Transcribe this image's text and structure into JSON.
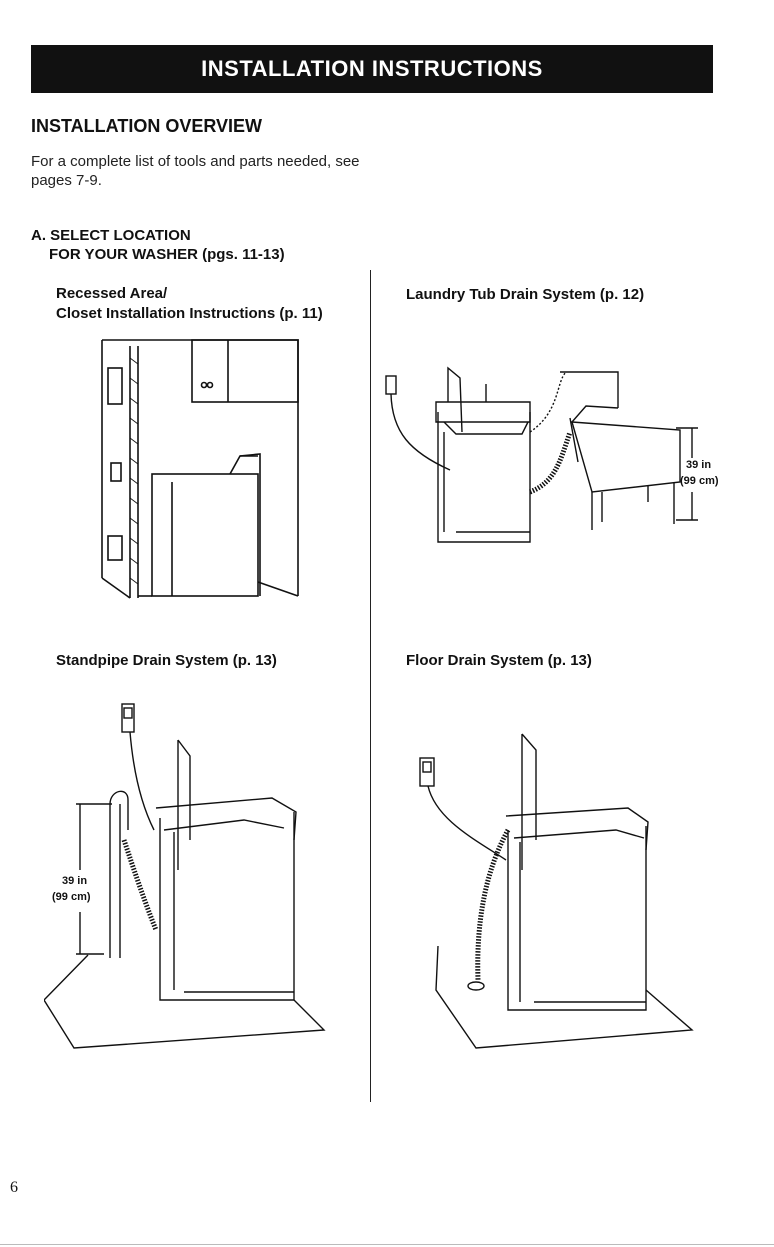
{
  "banner": {
    "title": "INSTALLATION INSTRUCTIONS"
  },
  "overview": {
    "heading": "INSTALLATION OVERVIEW",
    "intro": "For a complete list of tools and parts needed, see pages 7-9."
  },
  "select_location": {
    "line1": "A. SELECT LOCATION",
    "line2": "FOR YOUR WASHER (pgs. 11-13)"
  },
  "figures": {
    "closet": {
      "caption_line1": "Recessed Area/",
      "caption_line2": "Closet Installation Instructions (p. 11)"
    },
    "laundry_tub": {
      "caption": "Laundry Tub Drain System (p. 12)",
      "dim_in": "39 in",
      "dim_cm": "(99 cm)"
    },
    "standpipe": {
      "caption": "Standpipe Drain System (p. 13)",
      "dim_in": "39 in",
      "dim_cm": "(99 cm)"
    },
    "floor_drain": {
      "caption": "Floor Drain System (p. 13)"
    }
  },
  "page_number": "6"
}
